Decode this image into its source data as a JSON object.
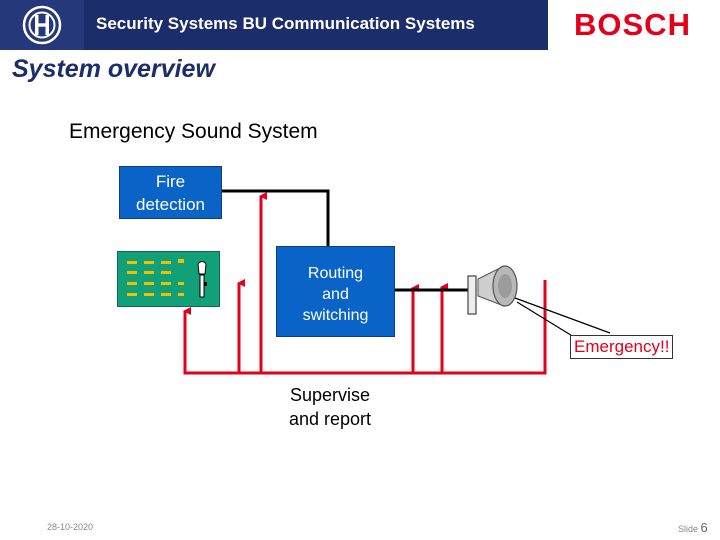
{
  "header": {
    "title": "Security Systems BU Communication Systems",
    "brand": "BOSCH"
  },
  "page_title": "System overview",
  "diagram": {
    "subtitle": "Emergency Sound System",
    "fire_detection": "Fire detection",
    "routing": [
      "Routing",
      "and",
      "switching"
    ],
    "emergency": "Emergency!!",
    "supervise": [
      "Supervise",
      "and report"
    ],
    "colors": {
      "header": "#1c2d6b",
      "box": "#0a63c7",
      "panel": "#12a078",
      "line_red": "#e2001a",
      "brand": "#e2001a"
    }
  },
  "footer": {
    "date": "28-10-2020",
    "slide_label": "Slide",
    "slide_number": "6"
  }
}
